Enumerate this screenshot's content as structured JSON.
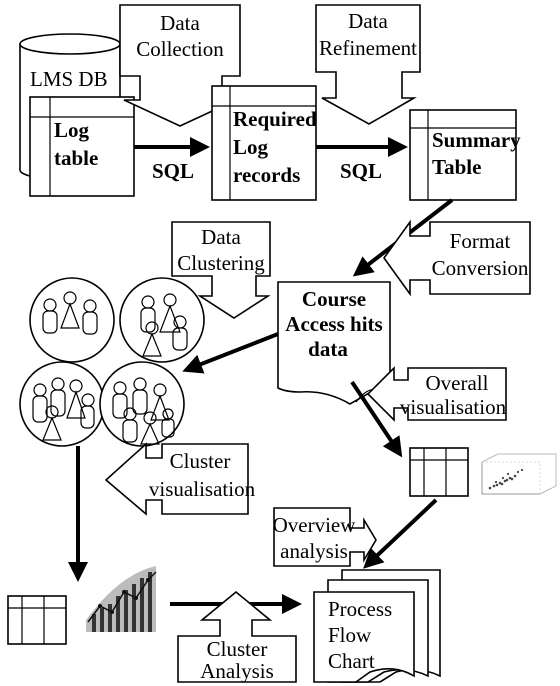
{
  "lms_db": "LMS DB",
  "log_table": [
    "Log",
    "table"
  ],
  "sql_1": "SQL",
  "data_collection": [
    "Data",
    "Collection"
  ],
  "required_log_records": [
    "Required",
    "Log",
    "records"
  ],
  "sql_2": "SQL",
  "data_refinement": [
    "Data",
    "Refinement"
  ],
  "summary_table": [
    "Summary",
    "Table"
  ],
  "format_conversion": [
    "Format",
    "Conversion"
  ],
  "data_clustering": [
    "Data",
    "Clustering"
  ],
  "course_access_hits": [
    "Course",
    "Access hits",
    "data"
  ],
  "overall_visualisation": [
    "Overall",
    "visualisation"
  ],
  "cluster_visualisation": [
    "Cluster",
    "visualisation"
  ],
  "overview_analysis": [
    "Overview",
    "analysis"
  ],
  "cluster_analysis": [
    "Cluster",
    "Analysis"
  ],
  "process_flow_chart": [
    "Process",
    "Flow",
    "Chart"
  ]
}
